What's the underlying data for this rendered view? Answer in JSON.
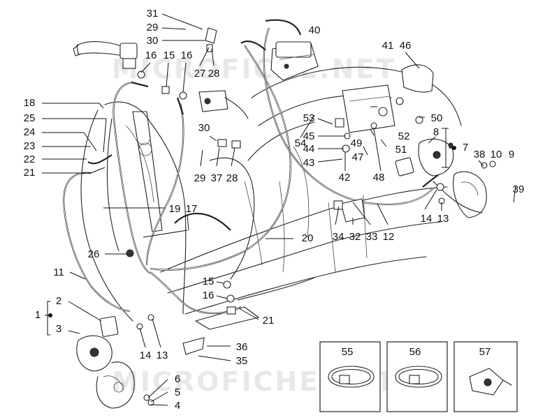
{
  "watermark": "MICROFICHE.NET",
  "labels": {
    "l1": "1",
    "l2": "2",
    "l3": "3",
    "l4": "4",
    "l5": "5",
    "l6": "6",
    "l7": "7",
    "l8": "8",
    "l9": "9",
    "l10": "10",
    "l11": "11",
    "l12": "12",
    "l13a": "13",
    "l13b": "13",
    "l14a": "14",
    "l14b": "14",
    "l15a": "15",
    "l15b": "15",
    "l16a": "16",
    "l16b": "16",
    "l16c": "16",
    "l17": "17",
    "l18": "18",
    "l19": "19",
    "l20": "20",
    "l21a": "21",
    "l21b": "21",
    "l22": "22",
    "l23": "23",
    "l24": "24",
    "l25": "25",
    "l26": "26",
    "l27": "27",
    "l28a": "28",
    "l28b": "28",
    "l29a": "29",
    "l29b": "29",
    "l30a": "30",
    "l30b": "30",
    "l31": "31",
    "l32": "32",
    "l33": "33",
    "l34": "34",
    "l35": "35",
    "l36": "36",
    "l37": "37",
    "l38": "38",
    "l39": "39",
    "l40": "40",
    "l41": "41",
    "l42": "42",
    "l43": "43",
    "l44": "44",
    "l45": "45",
    "l46": "46",
    "l47": "47",
    "l48": "48",
    "l49": "49",
    "l50": "50",
    "l51": "51",
    "l52": "52",
    "l53": "53",
    "l54": "54",
    "l55": "55",
    "l56": "56",
    "l57": "57"
  }
}
